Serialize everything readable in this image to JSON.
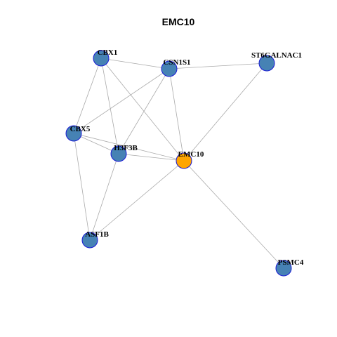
{
  "title": "EMC10",
  "colors": {
    "background": "#ffffff",
    "edge": "#aaaaaa",
    "node_default": "#4682b4",
    "node_focus": "#ffa500",
    "node_border": "#1a1ad6"
  },
  "nodes": [
    {
      "id": "CBX1",
      "label": "CBX1",
      "focus": false
    },
    {
      "id": "CSN1S1",
      "label": "CSN1S1",
      "focus": false
    },
    {
      "id": "ST6GALNAC1",
      "label": "ST6GALNAC1",
      "focus": false
    },
    {
      "id": "CBX5",
      "label": "CBX5",
      "focus": false
    },
    {
      "id": "H3F3B",
      "label": "H3F3B",
      "focus": false
    },
    {
      "id": "EMC10",
      "label": "EMC10",
      "focus": true
    },
    {
      "id": "ASF1B",
      "label": "ASF1B",
      "focus": false
    },
    {
      "id": "PSMC4",
      "label": "PSMC4",
      "focus": false
    }
  ],
  "edges": [
    [
      "CBX1",
      "CSN1S1"
    ],
    [
      "CBX1",
      "CBX5"
    ],
    [
      "CBX1",
      "H3F3B"
    ],
    [
      "CBX1",
      "EMC10"
    ],
    [
      "CSN1S1",
      "ST6GALNAC1"
    ],
    [
      "CSN1S1",
      "CBX5"
    ],
    [
      "CSN1S1",
      "H3F3B"
    ],
    [
      "CSN1S1",
      "EMC10"
    ],
    [
      "ST6GALNAC1",
      "EMC10"
    ],
    [
      "CBX5",
      "H3F3B"
    ],
    [
      "CBX5",
      "EMC10"
    ],
    [
      "CBX5",
      "ASF1B"
    ],
    [
      "H3F3B",
      "EMC10"
    ],
    [
      "H3F3B",
      "ASF1B"
    ],
    [
      "EMC10",
      "ASF1B"
    ],
    [
      "EMC10",
      "PSMC4"
    ]
  ]
}
